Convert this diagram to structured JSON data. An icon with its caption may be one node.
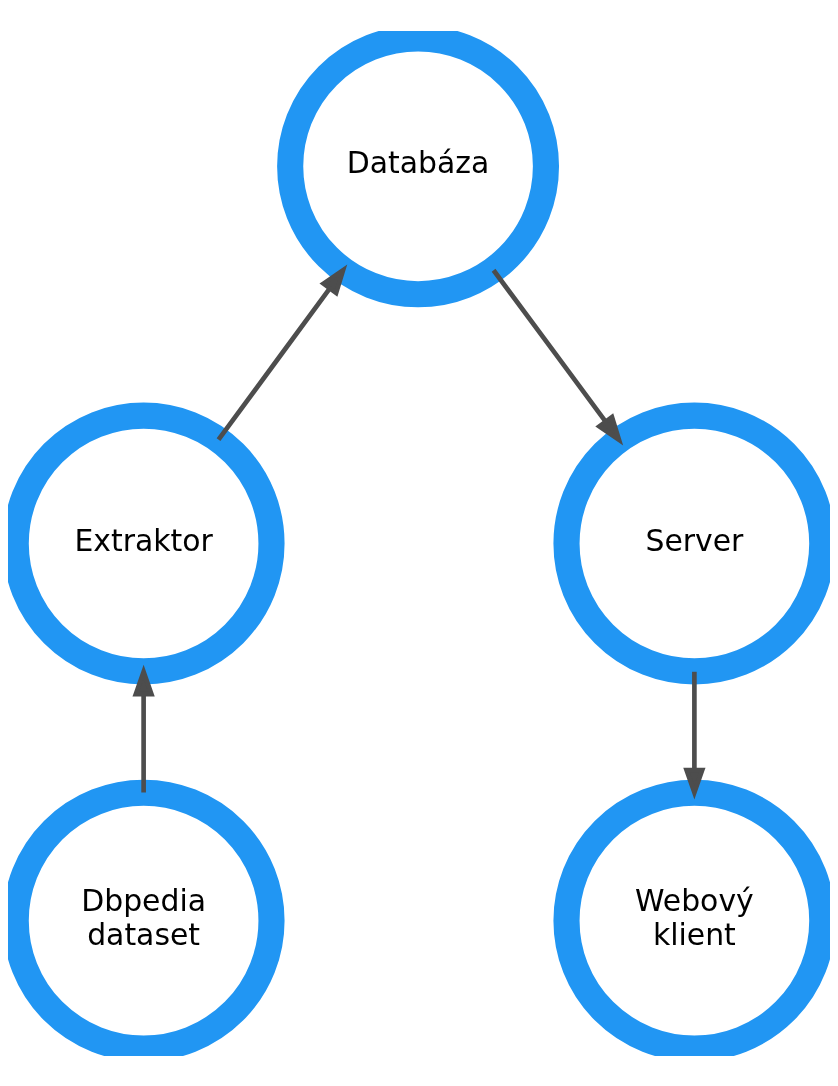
{
  "diagram": {
    "nodes": [
      {
        "text": [
          "Databáza"
        ]
      },
      {
        "text": [
          "Extraktor"
        ]
      },
      {
        "text": [
          "Server"
        ]
      },
      {
        "text": [
          "Dbpedia dataset"
        ]
      },
      {
        "text": [
          "Webový klient"
        ]
      }
    ],
    "edges": [
      {
        "from": 3,
        "to": 1,
        "arrow": "to"
      },
      {
        "from": 1,
        "to": 0,
        "arrow": "to"
      },
      {
        "from": 0,
        "to": 2,
        "arrow": "to"
      },
      {
        "from": 2,
        "to": 4,
        "arrow": "to"
      }
    ]
  }
}
